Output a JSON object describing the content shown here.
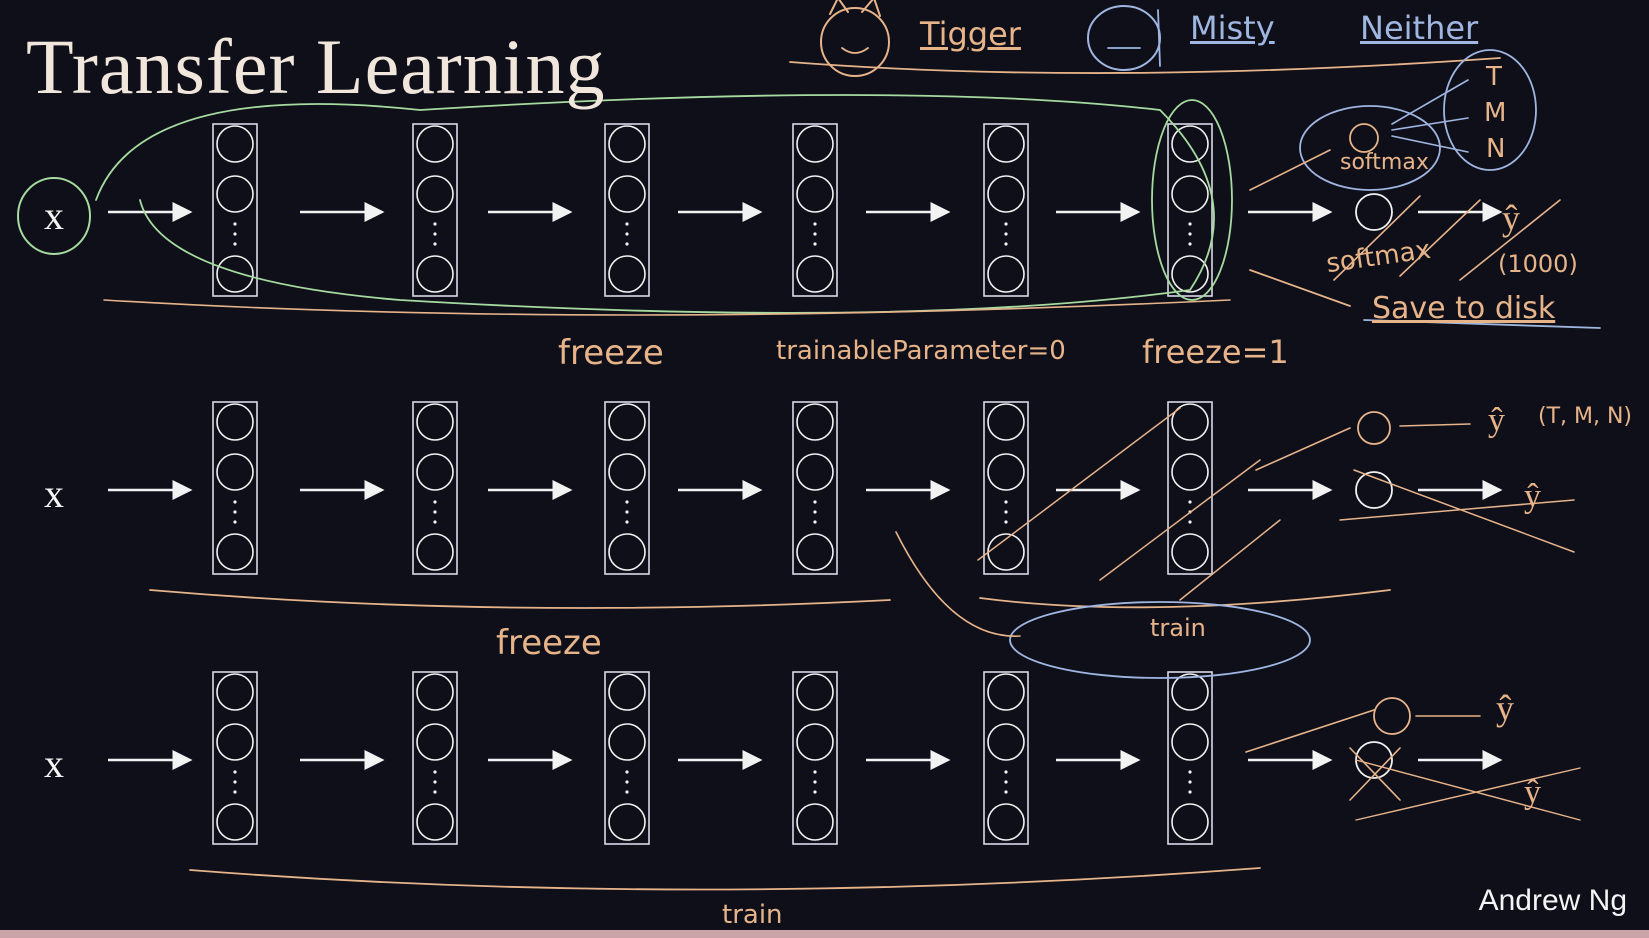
{
  "slide": {
    "title": "Transfer Learning",
    "credit": "Andrew Ng",
    "input_label": "x"
  },
  "classes": {
    "tigger": "Tigger",
    "misty": "Misty",
    "neither": "Neither",
    "letters": [
      "T",
      "M",
      "N"
    ]
  },
  "row1": {
    "output_label": "ŷ",
    "softmax_crossed": "softmax",
    "units_crossed": "(1000)",
    "new_softmax": "softmax",
    "note_save": "Save to disk",
    "freeze": "freeze",
    "trainable": "trainableParameter=0",
    "freeze_eq": "freeze=1"
  },
  "row2": {
    "output_label": "ŷ",
    "new_output": "ŷ",
    "new_output_classes": "(T, M, N)",
    "freeze": "freeze",
    "train": "train"
  },
  "row3": {
    "output_label": "ŷ",
    "new_output": "ŷ",
    "train": "train"
  },
  "colors": {
    "background": "#0f0f1a",
    "network": "#f2f2f2",
    "annotation_orange": "#e7b48a",
    "annotation_blue": "#9fb6e0",
    "annotation_green": "#a6dba0"
  }
}
